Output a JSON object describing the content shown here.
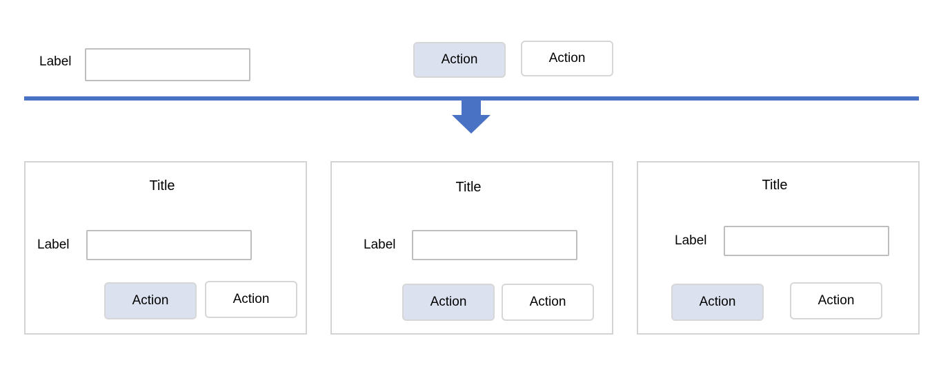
{
  "colors": {
    "arrow": "#4a72c4",
    "primary_button_bg": "#dce1ef",
    "secondary_button_bg": "#ffffff",
    "border": "#d3d3d3"
  },
  "top": {
    "label": "Label",
    "input_value": "",
    "primary_button": "Action",
    "secondary_button": "Action"
  },
  "transition_icon": "down-arrow-icon",
  "cards": [
    {
      "title": "Title",
      "label": "Label",
      "input_value": "",
      "primary_button": "Action",
      "secondary_button": "Action"
    },
    {
      "title": "Title",
      "label": "Label",
      "input_value": "",
      "primary_button": "Action",
      "secondary_button": "Action"
    },
    {
      "title": "Title",
      "label": "Label",
      "input_value": "",
      "primary_button": "Action",
      "secondary_button": "Action"
    }
  ]
}
